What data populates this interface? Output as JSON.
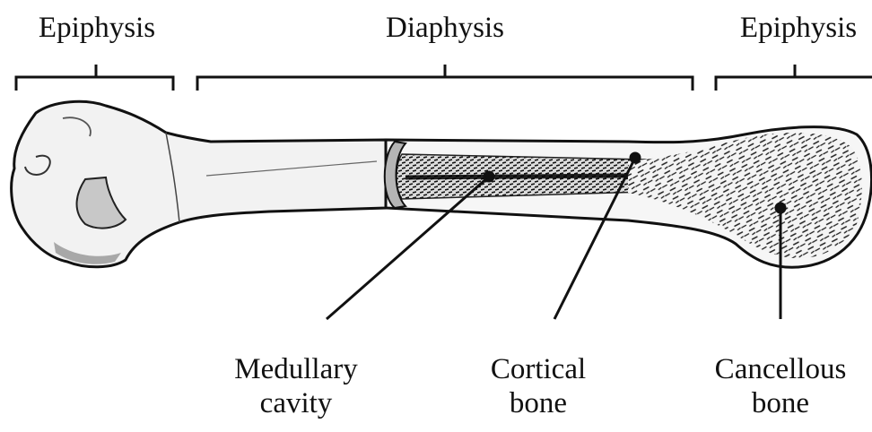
{
  "regions": {
    "left": "Epiphysis",
    "middle": "Diaphysis",
    "right": "Epiphysis"
  },
  "parts": {
    "medullary": {
      "line1": "Medullary",
      "line2": "cavity"
    },
    "cortical": {
      "line1": "Cortical",
      "line2": "bone"
    },
    "cancellous": {
      "line1": "Cancellous",
      "line2": "bone"
    }
  }
}
